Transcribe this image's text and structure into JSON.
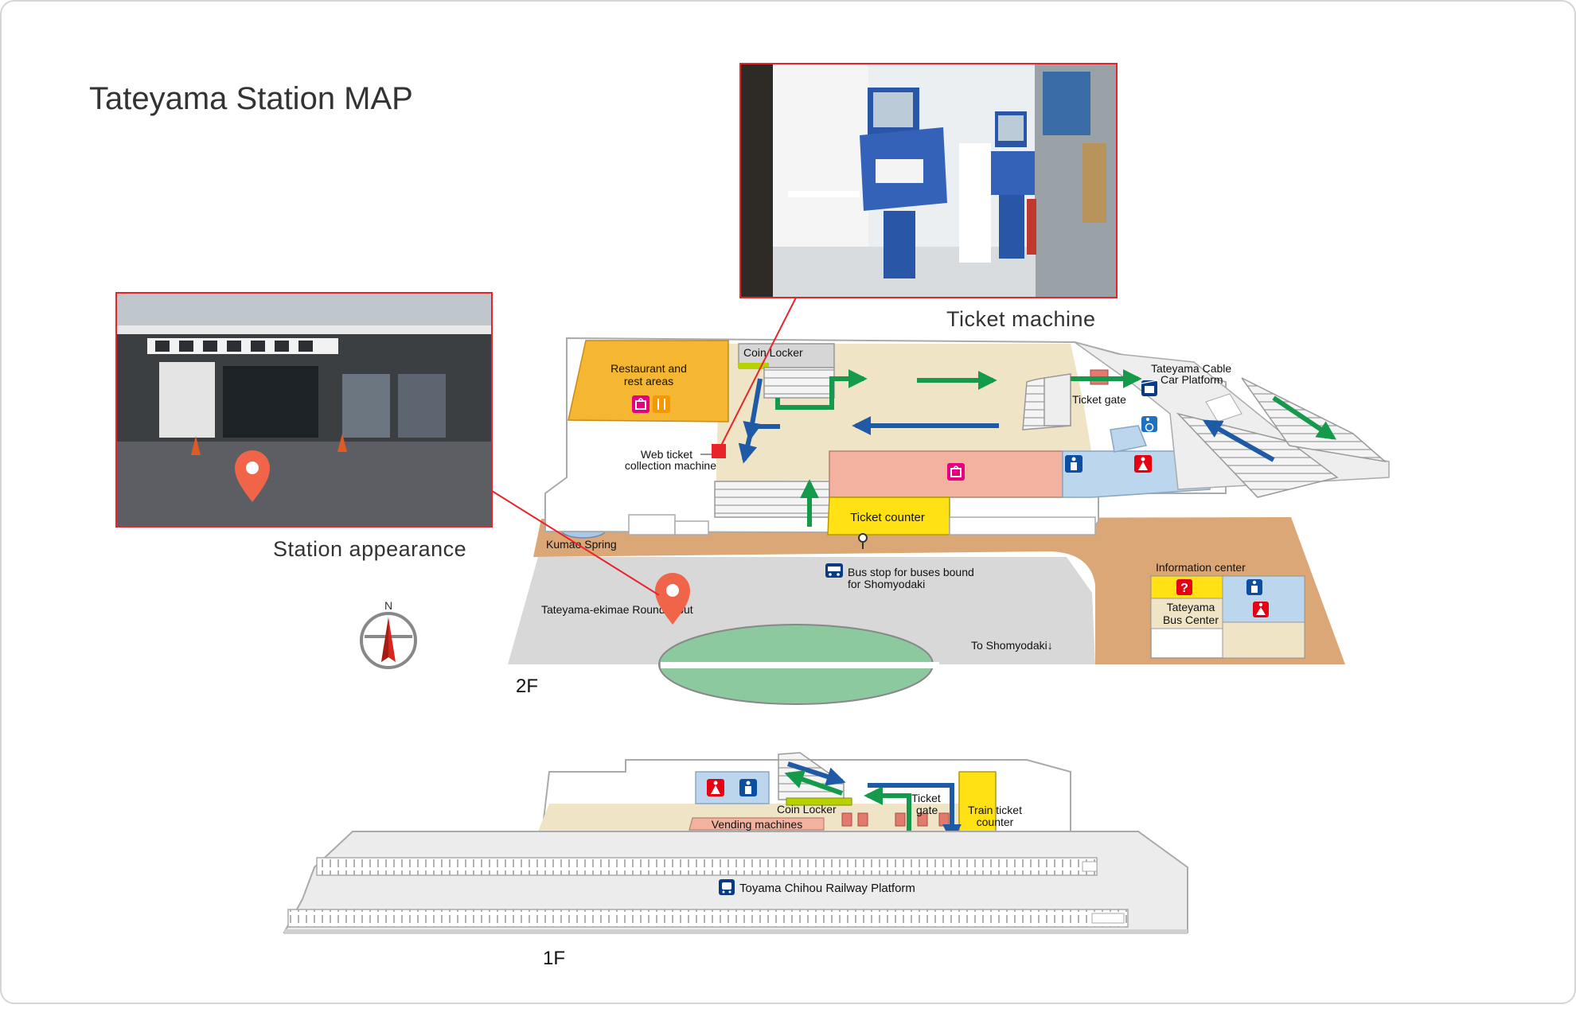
{
  "title": "Tateyama Station MAP",
  "photos": {
    "station_caption": "Station appearance",
    "ticket_caption": "Ticket machine"
  },
  "compass": {
    "north_label": "N"
  },
  "floors": {
    "upper": "2F",
    "lower": "1F"
  },
  "labels_2f": {
    "restaurant_line1": "Restaurant and",
    "restaurant_line2": "rest areas",
    "coin_locker": "Coin Locker",
    "web_ticket_line1": "Web ticket",
    "web_ticket_line2": "collection machine",
    "cable_car_line1": "Tateyama Cable",
    "cable_car_line2": "Car Platform",
    "ticket_gate": "Ticket gate",
    "ticket_counter": "Ticket counter",
    "kumao_spring": "Kumao Spring",
    "bus_stop_line1": "Bus stop for buses bound",
    "bus_stop_line2": "for Shomyodaki",
    "roundabout": "Tateyama-ekimae Roundabout",
    "to_shomyodaki": "To Shomyodaki↓",
    "information_center": "Information center",
    "bus_center_line1": "Tateyama",
    "bus_center_line2": "Bus Center"
  },
  "labels_1f": {
    "coin_locker": "Coin Locker",
    "ticket_gate_line1": "Ticket",
    "ticket_gate_line2": "gate",
    "train_counter_line1": "Train ticket",
    "train_counter_line2": "counter",
    "vending_machines": "Vending machines",
    "railway_platform": "Toyama Chihou Railway Platform"
  },
  "icons": [
    "shopping-bag-icon",
    "restaurant-icon",
    "toilet-men-icon",
    "toilet-women-icon",
    "accessible-icon",
    "information-icon",
    "bus-icon",
    "train-icon",
    "cable-car-icon",
    "location-pin-icon",
    "compass-icon"
  ],
  "colors": {
    "photo_border": "#e8242a",
    "pin": "#f0654a",
    "route_green": "#149a4a",
    "route_blue": "#1f5aa6",
    "restaurant_area": "#f5b731",
    "concourse": "#efe5c6",
    "shop_area": "#f3b2a0",
    "toilet_area": "#bcd6ee",
    "ground": "#dba776",
    "road": "#d8d8d8",
    "roundabout": "#8cc99e",
    "ticket_counter": "#ffe114",
    "pink_icon": "#e4007f",
    "orange_icon": "#f39800",
    "toilet_male": "#0b4ea2",
    "toilet_female": "#e60012"
  }
}
